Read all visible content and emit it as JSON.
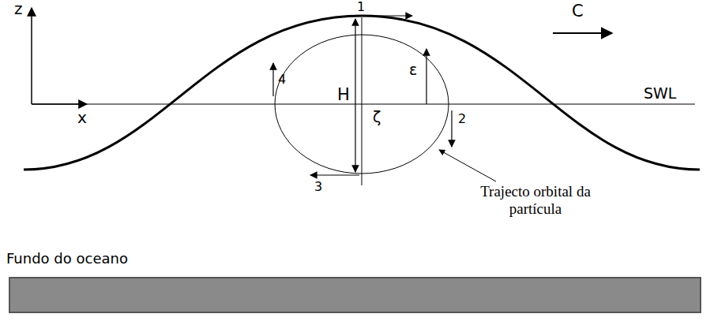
{
  "diagram": {
    "labels": [
      "z",
      "x",
      "SWL",
      "1",
      "2",
      "3",
      "4",
      "H",
      "ε",
      "ζ",
      "C",
      "Trajecto orbital da partícula",
      "Fundo do oceano"
    ]
  }
}
